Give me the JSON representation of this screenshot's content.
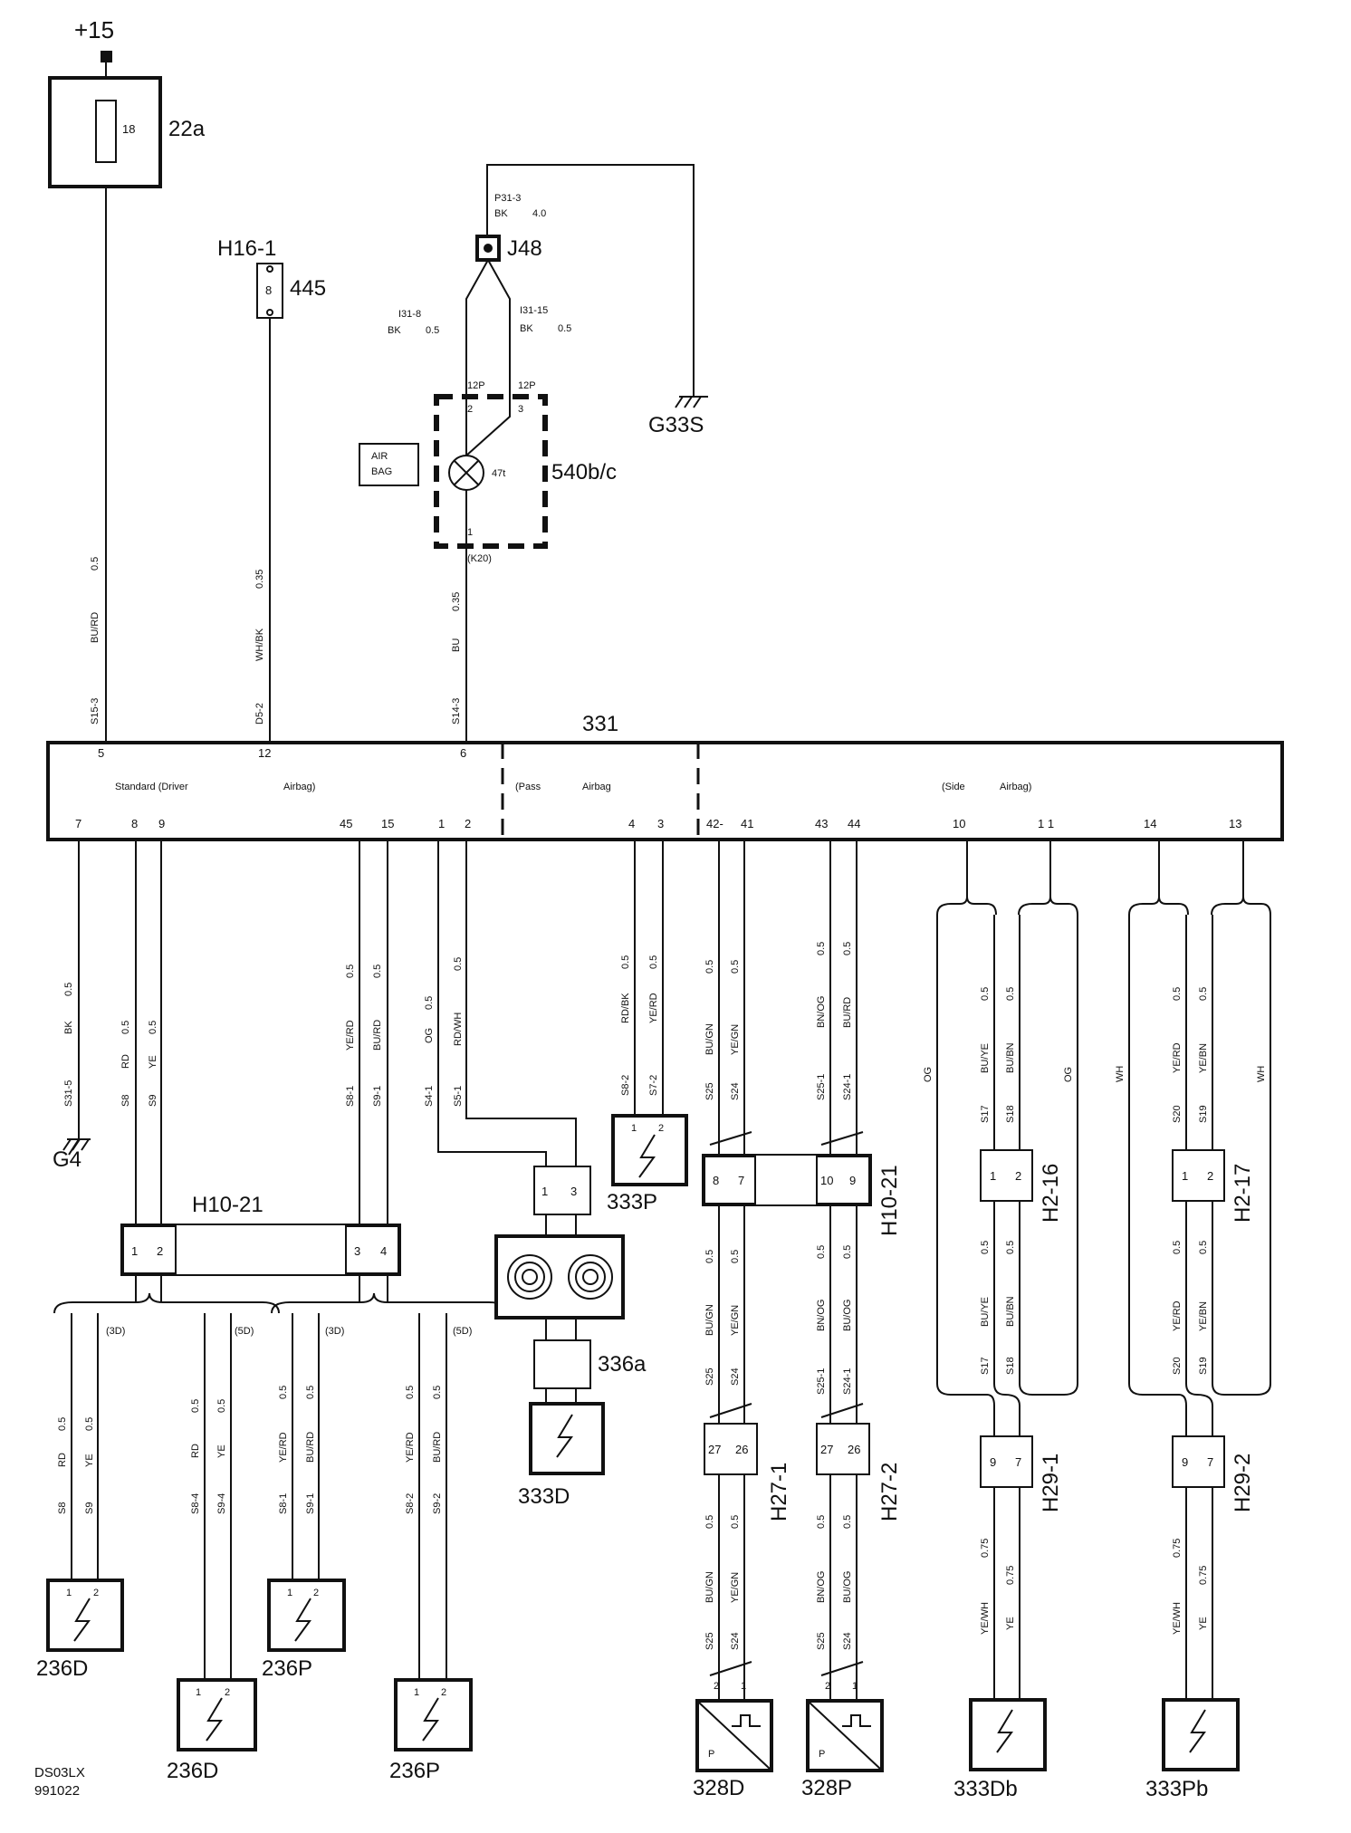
{
  "supply": {
    "label": "+15"
  },
  "fuse": {
    "number": "18",
    "id": "22a"
  },
  "h16": {
    "id": "H16-1",
    "pin": "8",
    "component": "445"
  },
  "j48": {
    "id": "J48",
    "top_wire": "P31-3",
    "top_color": "BK",
    "top_size": "4.0",
    "left_wire": "I31-8",
    "left_color": "BK",
    "left_size": "0.5",
    "right_wire": "I31-15",
    "right_color": "BK",
    "right_size": "0.5"
  },
  "g33s": {
    "id": "G33S"
  },
  "lamp": {
    "id": "540b/c",
    "rating": "47t",
    "conn": "12P",
    "pin_a": "2",
    "pin_b": "3",
    "pin_out": "1",
    "ref": "(K20)"
  },
  "airbag_label": {
    "line1": "AIR",
    "line2": "BAG"
  },
  "wires_top": [
    {
      "size": "0.5",
      "color": "BU/RD",
      "code": "S15-3"
    },
    {
      "size": "0.35",
      "color": "WH/BK",
      "code": "D5-2"
    },
    {
      "size": "0.35",
      "color": "BU",
      "code": "S14-3"
    }
  ],
  "module": {
    "id": "331",
    "top_pins": [
      "5",
      "12",
      "6"
    ],
    "sections": [
      "Standard (Driver",
      "Airbag)",
      "(Pass",
      "Airbag",
      "(Side",
      "Airbag)"
    ],
    "bottom_pins": [
      "7",
      "8",
      "9",
      "45",
      "15",
      "1",
      "2",
      "4",
      "3",
      "42-",
      "41",
      "43",
      "44",
      "10",
      "1 1",
      "14",
      "13"
    ]
  },
  "ground_g4": {
    "id": "G4",
    "size": "0.5",
    "color": "BK",
    "code": "S31-5"
  },
  "wires_lower": [
    {
      "size": "0.5",
      "color": "RD",
      "code": "S8"
    },
    {
      "size": "0.5",
      "color": "YE",
      "code": "S9"
    },
    {
      "size": "0.5",
      "color": "YE/RD",
      "code": "S8-1"
    },
    {
      "size": "0.5",
      "color": "BU/RD",
      "code": "S9-1"
    },
    {
      "size": "0.5",
      "color": "OG",
      "code": "S4-1"
    },
    {
      "size": "0.5",
      "color": "RD/WH",
      "code": "S5-1"
    },
    {
      "size": "0.5",
      "color": "RD/BK",
      "code": "S8-2"
    },
    {
      "size": "0.5",
      "color": "YE/RD",
      "code": "S7-2"
    },
    {
      "size": "0.5",
      "color": "BU/GN",
      "code": "S25"
    },
    {
      "size": "0.5",
      "color": "YE/GN",
      "code": "S24"
    },
    {
      "size": "0.5",
      "color": "BN/OG",
      "code": "S25-1"
    },
    {
      "size": "0.5",
      "color": "BU/RD",
      "code": "S24-1"
    }
  ],
  "side_left": {
    "outer_l": "OG",
    "outer_r": "OG",
    "in1": {
      "size": "0.5",
      "color": "BU/YE",
      "code": "S17"
    },
    "in2": {
      "size": "0.5",
      "color": "BU/BN",
      "code": "S18"
    }
  },
  "side_right": {
    "outer_l": "WH",
    "outer_r": "WH",
    "in1": {
      "size": "0.5",
      "color": "YE/RD",
      "code": "S20"
    },
    "in2": {
      "size": "0.5",
      "color": "YE/BN",
      "code": "S19"
    }
  },
  "connectors": {
    "h10_21_left": {
      "id": "H10-21",
      "pins": [
        "1",
        "2",
        "3",
        "4"
      ]
    },
    "h10_21_right": {
      "id": "H10-21",
      "pins": [
        "8",
        "7",
        "10",
        "9"
      ]
    },
    "h2_16": {
      "id": "H2-16",
      "pins": [
        "1",
        "2"
      ]
    },
    "h2_17": {
      "id": "H2-17",
      "pins": [
        "1",
        "2"
      ]
    },
    "c336a": {
      "id": "336a",
      "pins": [
        "1",
        "3"
      ]
    },
    "h27_1": {
      "id": "H27-1",
      "pins": [
        "27",
        "26"
      ]
    },
    "h27_2": {
      "id": "H27-2",
      "pins": [
        "27",
        "26"
      ]
    },
    "h29_1": {
      "id": "H29-1",
      "pins": [
        "9",
        "7"
      ]
    },
    "h29_2": {
      "id": "H29-2",
      "pins": [
        "9",
        "7"
      ]
    }
  },
  "lower_labels": {
    "3d": "(3D)",
    "5d": "(5D)",
    "w236d3": {
      "s1": "0.5",
      "c1": "RD",
      "k1": "S8",
      "s2": "0.5",
      "c2": "YE",
      "k2": "S9"
    },
    "w236d5": {
      "s1": "0.5",
      "c1": "RD",
      "k1": "S8-4",
      "s2": "0.5",
      "c2": "YE",
      "k2": "S9-4"
    },
    "w236p3": {
      "s1": "0.5",
      "c1": "YE/RD",
      "k1": "S8-1",
      "s2": "0.5",
      "c2": "BU/RD",
      "k2": "S9-1"
    },
    "w236p5": {
      "s1": "0.5",
      "c1": "YE/RD",
      "k1": "S8-2",
      "s2": "0.5",
      "c2": "BU/RD",
      "k2": "S9-2"
    },
    "mid1": {
      "s1": "0.5",
      "c1": "BU/GN",
      "k1": "S25",
      "s2": "0.5",
      "c2": "YE/GN",
      "k2": "S24"
    },
    "mid2": {
      "s1": "0.5",
      "c1": "BN/OG",
      "k1": "S25-1",
      "s2": "0.5",
      "c2": "BU/OG",
      "k2": "S24-1"
    },
    "low1": {
      "s1": "0.5",
      "c1": "BU/GN",
      "k1": "S25",
      "s2": "0.5",
      "c2": "YE/GN",
      "k2": "S24"
    },
    "low2": {
      "s1": "0.5",
      "c1": "BN/OG",
      "k1": "S25",
      "s2": "0.5",
      "c2": "BU/OG",
      "k2": "S24"
    },
    "sideL_mid": {
      "s1": "0.5",
      "c1": "BU/YE",
      "k1": "S17",
      "s2": "0.5",
      "c2": "BU/BN",
      "k2": "S18"
    },
    "sideR_mid": {
      "s1": "0.5",
      "c1": "YE/RD",
      "k1": "S20",
      "s2": "0.5",
      "c2": "YE/BN",
      "k2": "S19"
    },
    "sideL_low": {
      "s1": "0.75",
      "c1": "YE/WH",
      "s2": "0.75",
      "c2": "YE"
    },
    "sideR_low": {
      "s1": "0.75",
      "c1": "YE/WH",
      "s2": "0.75",
      "c2": "YE"
    }
  },
  "components": {
    "c333p": {
      "id": "333P",
      "pins": [
        "1",
        "2"
      ]
    },
    "c333d": {
      "id": "333D"
    },
    "c236d_a": {
      "id": "236D",
      "pins": [
        "1",
        "2"
      ]
    },
    "c236d_b": {
      "id": "236D",
      "pins": [
        "1",
        "2"
      ]
    },
    "c236p_a": {
      "id": "236P",
      "pins": [
        "1",
        "2"
      ]
    },
    "c236p_b": {
      "id": "236P",
      "pins": [
        "1",
        "2"
      ]
    },
    "c328d": {
      "id": "328D",
      "pins": [
        "2",
        "1"
      ],
      "mark": "P"
    },
    "c328p": {
      "id": "328P",
      "pins": [
        "2",
        "1"
      ],
      "mark": "P"
    },
    "c333db": {
      "id": "333Db"
    },
    "c333pb": {
      "id": "333Pb"
    }
  },
  "footer": {
    "code": "DS03LX",
    "date": "991022"
  }
}
